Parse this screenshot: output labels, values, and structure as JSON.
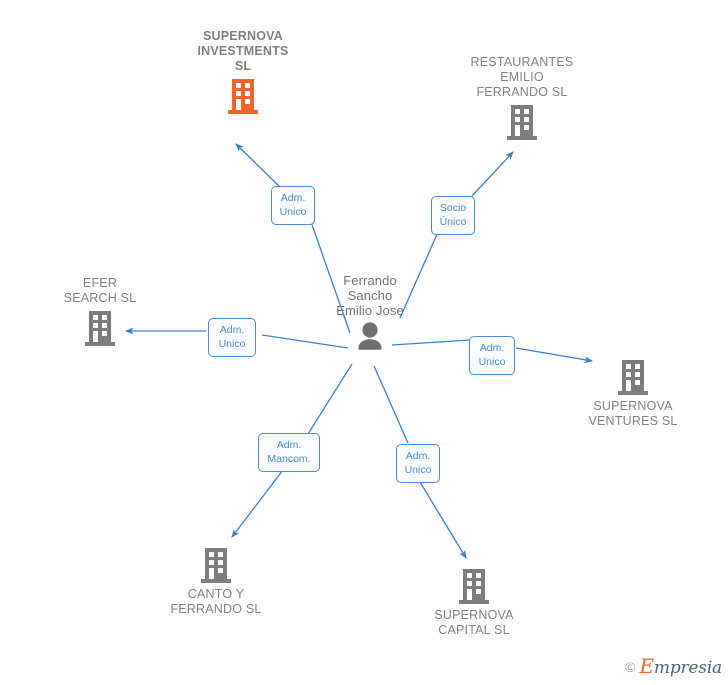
{
  "diagram": {
    "title": "Mercantile relations graph",
    "colors": {
      "highlight_entity": "#f4642a",
      "entity": "#808080",
      "edge": "#3c7fd0",
      "chip_border": "#4a89dc",
      "chip_text": "#4a89dc",
      "label_text": "#828282"
    },
    "center": {
      "name": "Ferrando\nSancho\nEmilio Jose",
      "icon": "person-icon",
      "type": "person"
    },
    "nodes": [
      {
        "id": "supernova-investments",
        "name": "SUPERNOVA\nINVESTMENTS\nSL",
        "icon": "building-icon",
        "highlight": true,
        "label_position": "above"
      },
      {
        "id": "restaurantes-emilio-ferrando",
        "name": "RESTAURANTES\nEMILIO\nFERRANDO SL",
        "icon": "building-icon",
        "highlight": false,
        "label_position": "above"
      },
      {
        "id": "efer-search",
        "name": "EFER\nSEARCH SL",
        "icon": "building-icon",
        "highlight": false,
        "label_position": "above"
      },
      {
        "id": "supernova-ventures",
        "name": "SUPERNOVA\nVENTURES  SL",
        "icon": "building-icon",
        "highlight": false,
        "label_position": "below"
      },
      {
        "id": "canto-y-ferrando",
        "name": "CANTO Y\nFERRANDO  SL",
        "icon": "building-icon",
        "highlight": false,
        "label_position": "below"
      },
      {
        "id": "supernova-capital",
        "name": "SUPERNOVA\nCAPITAL  SL",
        "icon": "building-icon",
        "highlight": false,
        "label_position": "below"
      }
    ],
    "relations": [
      {
        "id": "rel-supernova-investments",
        "label": "Adm.\nUnico",
        "target": "supernova-investments"
      },
      {
        "id": "rel-restaurantes",
        "label": "Socio\nÚnico",
        "target": "restaurantes-emilio-ferrando"
      },
      {
        "id": "rel-efer-search",
        "label": "Adm.\nUnico",
        "target": "efer-search"
      },
      {
        "id": "rel-supernova-ventures",
        "label": "Adm.\nUnico",
        "target": "supernova-ventures"
      },
      {
        "id": "rel-canto-y-ferrando",
        "label": "Adm.\nMancom.",
        "target": "canto-y-ferrando"
      },
      {
        "id": "rel-supernova-capital",
        "label": "Adm.\nUnico",
        "target": "supernova-capital"
      }
    ]
  },
  "watermark": {
    "copyright": "©",
    "brand_cap": "E",
    "brand_rest": "mpresia"
  }
}
